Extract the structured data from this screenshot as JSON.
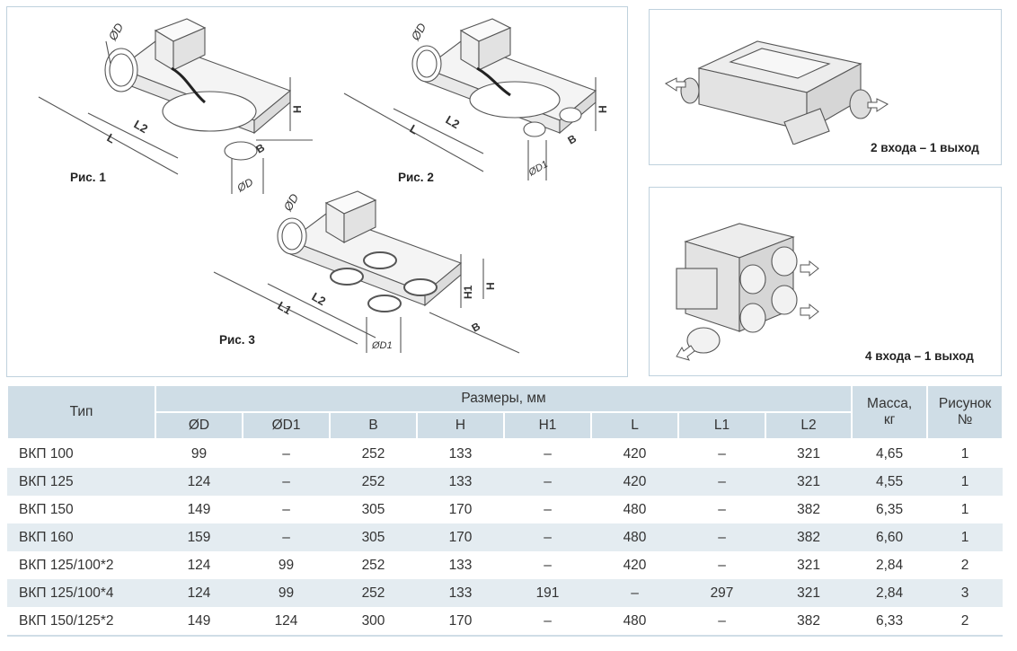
{
  "figures": {
    "fig1": "Рис. 1",
    "fig2": "Рис. 2",
    "fig3": "Рис. 3",
    "two_inputs": "2 входа – 1 выход",
    "four_inputs": "4 входа – 1 выход"
  },
  "dim_labels": {
    "d": "ØD",
    "d1": "ØD1",
    "l": "L",
    "l1": "L1",
    "l2": "L2",
    "h": "H",
    "h1": "H1",
    "b": "B"
  },
  "table": {
    "type_header": "Тип",
    "sizes_header": "Размеры, мм",
    "mass_header_1": "Масса,",
    "mass_header_2": "кг",
    "figure_header_1": "Рисунок",
    "figure_header_2": "№",
    "sub_headers": [
      "ØD",
      "ØD1",
      "B",
      "H",
      "H1",
      "L",
      "L1",
      "L2"
    ],
    "rows": [
      [
        "ВКП 100",
        "99",
        "–",
        "252",
        "133",
        "–",
        "420",
        "–",
        "321",
        "4,65",
        "1"
      ],
      [
        "ВКП 125",
        "124",
        "–",
        "252",
        "133",
        "–",
        "420",
        "–",
        "321",
        "4,55",
        "1"
      ],
      [
        "ВКП 150",
        "149",
        "–",
        "305",
        "170",
        "–",
        "480",
        "–",
        "382",
        "6,35",
        "1"
      ],
      [
        "ВКП 160",
        "159",
        "–",
        "305",
        "170",
        "–",
        "480",
        "–",
        "382",
        "6,60",
        "1"
      ],
      [
        "ВКП 125/100*2",
        "124",
        "99",
        "252",
        "133",
        "–",
        "420",
        "–",
        "321",
        "2,84",
        "2"
      ],
      [
        "ВКП 125/100*4",
        "124",
        "99",
        "252",
        "133",
        "191",
        "–",
        "297",
        "321",
        "2,84",
        "3"
      ],
      [
        "ВКП 150/125*2",
        "149",
        "124",
        "300",
        "170",
        "–",
        "480",
        "–",
        "382",
        "6,33",
        "2"
      ]
    ]
  }
}
